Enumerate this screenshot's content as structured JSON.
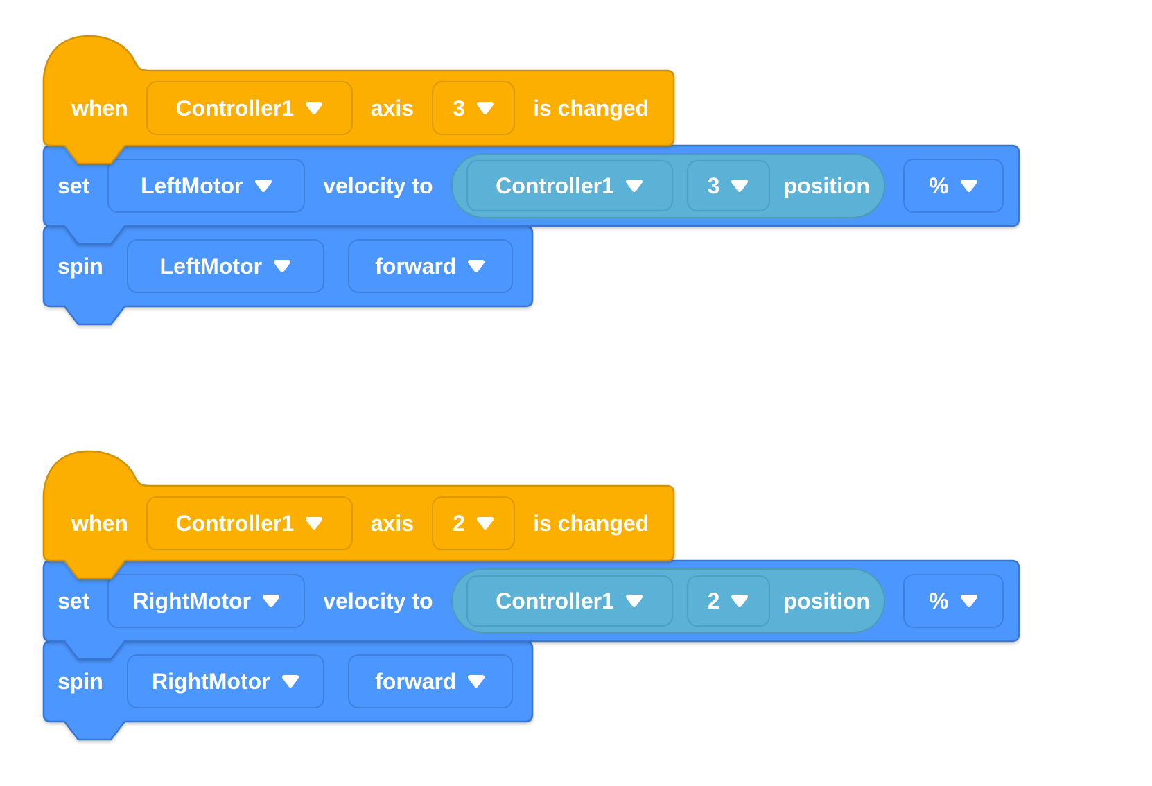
{
  "colors": {
    "event": "#FDAF00",
    "event_stroke": "#D29200",
    "motion": "#4C97FF",
    "motion_stroke": "#3876D2",
    "sensing": "#5CB1D6",
    "sensing_stroke": "#4E9AB8"
  },
  "stacks": [
    {
      "hat": {
        "when": "when",
        "controller": "Controller1",
        "axis_label": "axis",
        "axis_value": "3",
        "changed": "is changed"
      },
      "set_velocity": {
        "set": "set",
        "motor": "LeftMotor",
        "velocity_to": "velocity to",
        "reporter": {
          "controller": "Controller1",
          "axis_value": "3",
          "position": "position"
        },
        "unit": "%"
      },
      "spin": {
        "spin": "spin",
        "motor": "LeftMotor",
        "direction": "forward"
      }
    },
    {
      "hat": {
        "when": "when",
        "controller": "Controller1",
        "axis_label": "axis",
        "axis_value": "2",
        "changed": "is changed"
      },
      "set_velocity": {
        "set": "set",
        "motor": "RightMotor",
        "velocity_to": "velocity to",
        "reporter": {
          "controller": "Controller1",
          "axis_value": "2",
          "position": "position"
        },
        "unit": "%"
      },
      "spin": {
        "spin": "spin",
        "motor": "RightMotor",
        "direction": "forward"
      }
    }
  ]
}
